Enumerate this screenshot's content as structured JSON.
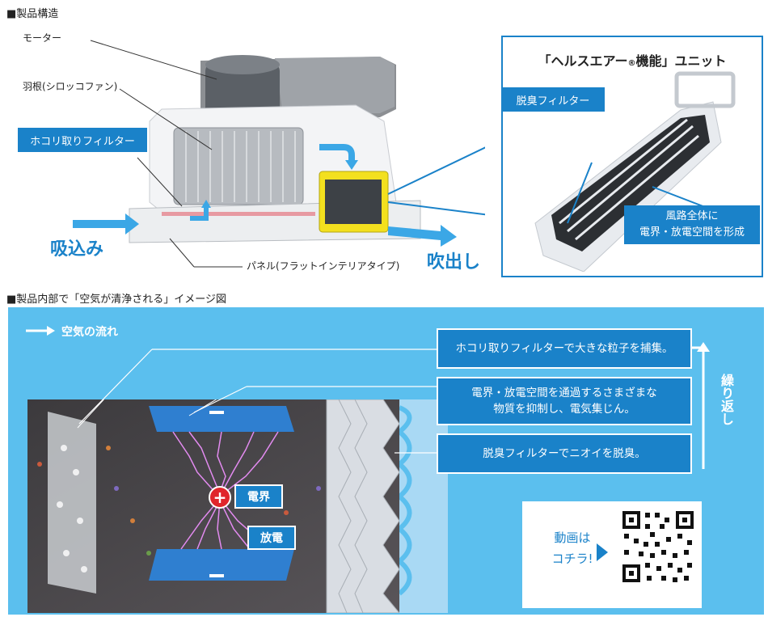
{
  "structure": {
    "section_title": "■製品構造",
    "motor_label": "モーター",
    "fan_label": "羽根(シロッコファン)",
    "dust_filter_label": "ホコリ取りフィルター",
    "panel_label": "パネル(フラットインテリアタイプ)",
    "intake_label": "吸込み",
    "outlet_label": "吹出し"
  },
  "unit": {
    "title_prefix": "「ヘルスエアー",
    "title_mark": "®",
    "title_suffix": "機能」ユニット",
    "deodorize_filter_label": "脱臭フィルター",
    "airpath_note_line1": "風路全体に",
    "airpath_note_line2": "電界・放電空間を形成"
  },
  "image_section": {
    "section_title": "■製品内部で「空気が清浄される」イメージ図",
    "legend_label": "空気の流れ",
    "step1": "ホコリ取りフィルターで大きな粒子を捕集。",
    "step2_line1": "電界・放電空間を通過するさまざまな",
    "step2_line2": "物質を抑制し、電気集じん。",
    "step3": "脱臭フィルターでニオイを脱臭。",
    "repeat_label": "繰り返し",
    "electric_field_label": "電界",
    "discharge_label": "放電",
    "plus_sign": "+",
    "video_line1": "動画は",
    "video_line2": "コチラ!"
  },
  "colors": {
    "accent_blue": "#1a82c9",
    "panel_sky": "#5bbfee",
    "arrow_light": "#3ba7e6",
    "unit_yellow": "#f3e01e",
    "plus_red": "#e0262c"
  }
}
